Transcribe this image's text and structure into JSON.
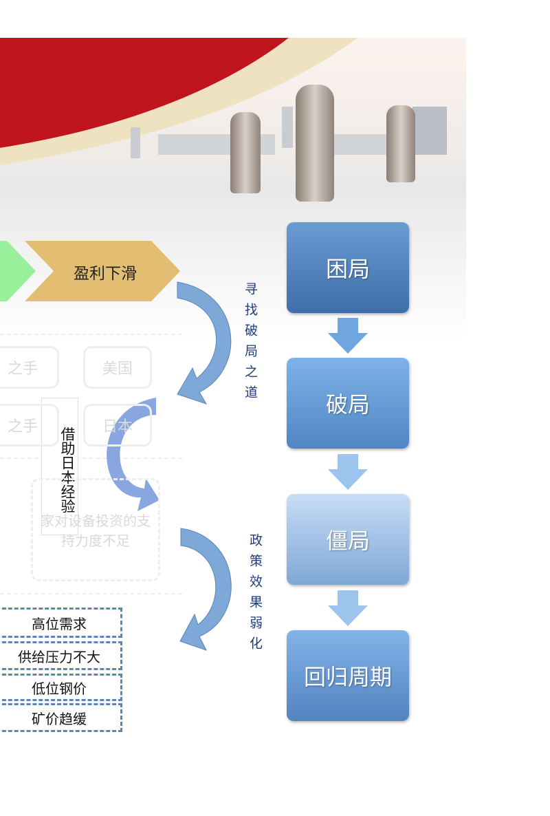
{
  "chevrons": {
    "profit_decline": "盈利下滑"
  },
  "faded_background": {
    "box1": "之手",
    "box2": "美国",
    "box3": "之手",
    "box4": "日本",
    "box5": "家对设备投资的支持力度不足"
  },
  "callout": {
    "japan_experience": "借助日本经验"
  },
  "arrow_labels": {
    "seek_breakthrough": "寻找破局之道",
    "policy_weakened": "政策效果弱化"
  },
  "stages": [
    "困局",
    "破局",
    "僵局",
    "回归周期"
  ],
  "factors": [
    "高位需求",
    "供给压力不大",
    "低位钢价",
    "矿价趋缓"
  ],
  "colors": {
    "red": "#c0141e",
    "tan": "#e3bd72",
    "green": "#98f09a",
    "box_blue": "#5b8ec6",
    "arrow_blue": "#7ea8d8",
    "text_blue": "#1f3b7a"
  }
}
